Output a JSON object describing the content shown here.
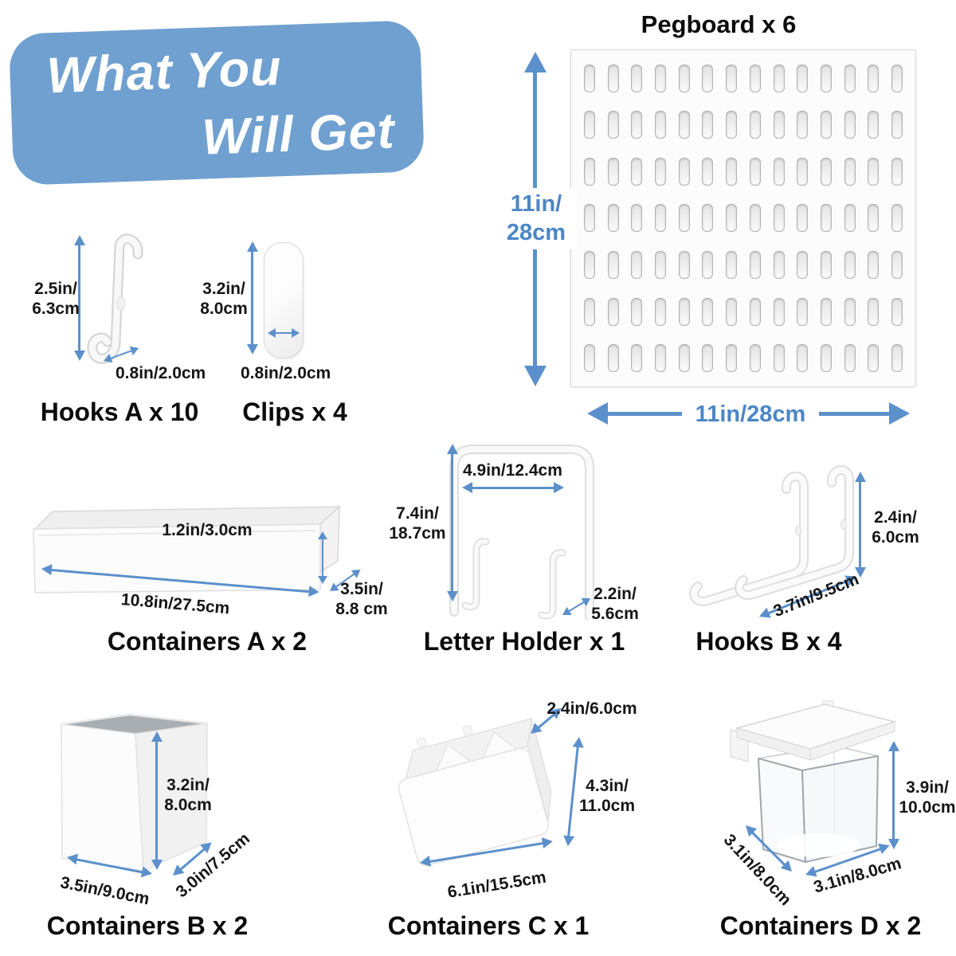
{
  "banner": {
    "line1": "What You",
    "line2": "Will Get"
  },
  "pegboard": {
    "title": "Pegboard x 6",
    "height_label": "11in/\n28cm",
    "width_label": "11in/28cm",
    "slot_rows": 7,
    "slot_cols": 14
  },
  "items": {
    "hooks_a": {
      "label": "Hooks A x 10",
      "height": "2.5in/\n6.3cm",
      "width": "0.8in/2.0cm"
    },
    "clips": {
      "label": "Clips x 4",
      "height": "3.2in/\n8.0cm",
      "width": "0.8in/2.0cm"
    },
    "containers_a": {
      "label": "Containers A x 2",
      "height": "1.2in/3.0cm",
      "length": "10.8in/27.5cm",
      "depth": "3.5in/\n8.8 cm"
    },
    "letter_holder": {
      "label": "Letter Holder x 1",
      "width": "4.9in/12.4cm",
      "height": "7.4in/\n18.7cm",
      "depth": "2.2in/\n5.6cm"
    },
    "hooks_b": {
      "label": "Hooks B x 4",
      "height": "2.4in/\n6.0cm",
      "length": "3.7in/9.5cm"
    },
    "containers_b": {
      "label": "Containers B x 2",
      "height": "3.2in/\n8.0cm",
      "width": "3.5in/9.0cm",
      "depth": "3.0in/7.5cm"
    },
    "containers_c": {
      "label": "Containers C x 1",
      "depth": "2.4in/6.0cm",
      "height": "4.3in/\n11.0cm",
      "length": "6.1in/15.5cm"
    },
    "containers_d": {
      "label": "Containers D x 2",
      "height": "3.9in/\n10.0cm",
      "side": "3.1in/8.0cm",
      "front": "3.1in/8.0cm"
    }
  },
  "colors": {
    "banner_blue": "#6FA0D0",
    "arrow_blue": "#5C90CB",
    "blue_text": "#4C86C5",
    "dimension_text": "#151515"
  }
}
